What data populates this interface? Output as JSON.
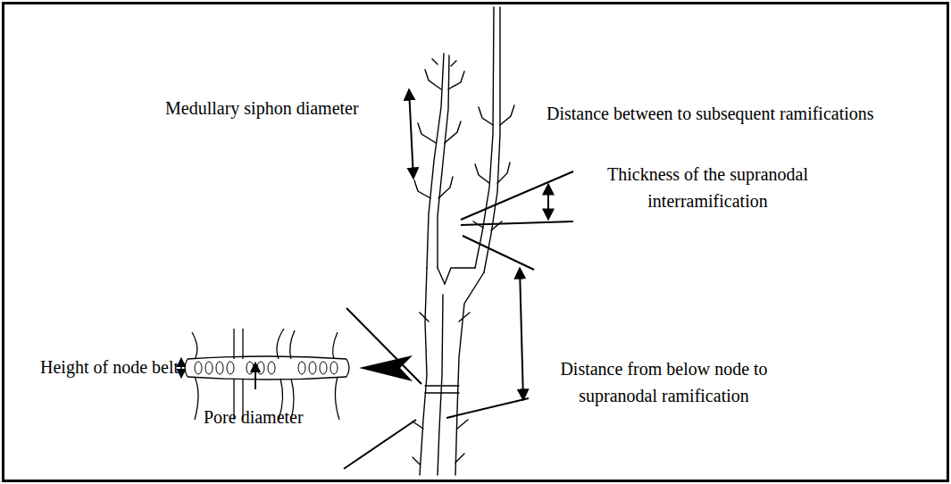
{
  "diagram": {
    "labels": [
      "Medullary siphon diameter",
      "Distance between to subsequent ramifications",
      "Thickness of the supranodal interramification",
      "Height of node belt",
      "Pore diameter",
      "Distance from below node to supranodal ramification"
    ]
  }
}
